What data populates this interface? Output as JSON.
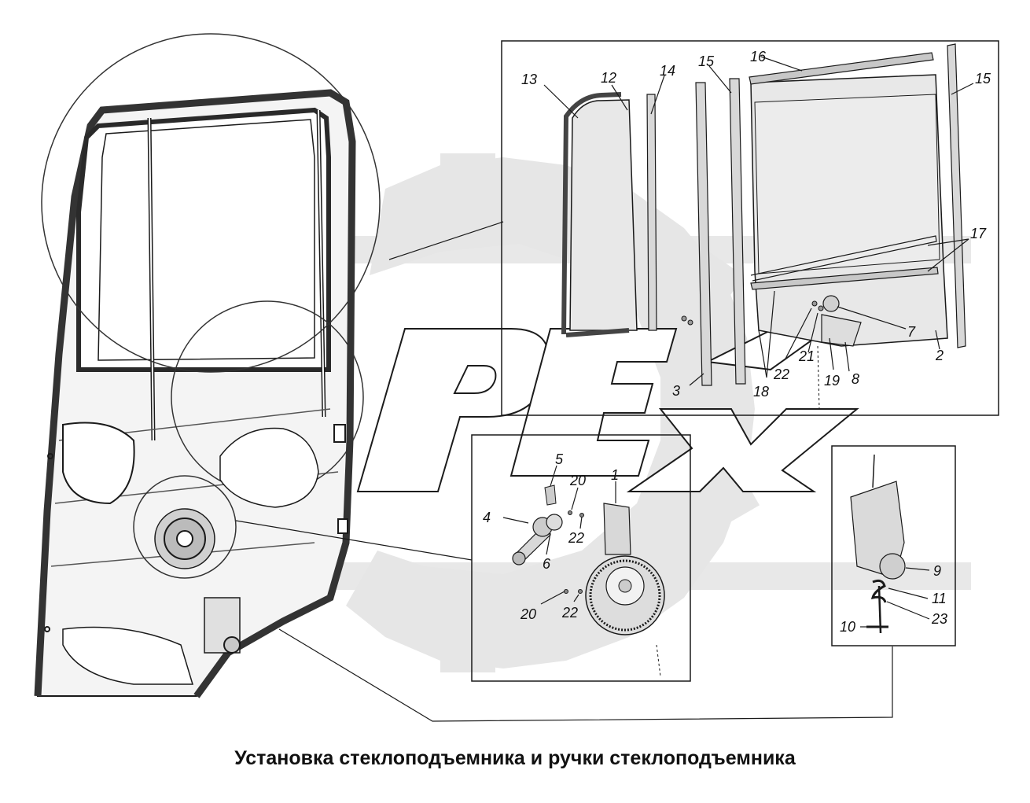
{
  "caption": "Установка стеклоподъемника и ручки стеклоподъемника",
  "watermark": "PEX",
  "colors": {
    "line": "#1a1a1a",
    "part_fill": "#dcdcdc",
    "glass_fill": "#e8e8e8",
    "watermark_fill": "#e6e6e6",
    "watermark_outline": "#1c1c1c",
    "background": "#ffffff"
  },
  "callouts": [
    {
      "id": "c13",
      "text": "13"
    },
    {
      "id": "c12",
      "text": "12"
    },
    {
      "id": "c14",
      "text": "14"
    },
    {
      "id": "c15a",
      "text": "15"
    },
    {
      "id": "c16",
      "text": "16"
    },
    {
      "id": "c15b",
      "text": "15"
    },
    {
      "id": "c17",
      "text": "17"
    },
    {
      "id": "c7",
      "text": "7"
    },
    {
      "id": "c2",
      "text": "2"
    },
    {
      "id": "c21",
      "text": "21"
    },
    {
      "id": "c22a",
      "text": "22"
    },
    {
      "id": "c18",
      "text": "18"
    },
    {
      "id": "c19",
      "text": "19"
    },
    {
      "id": "c8",
      "text": "8"
    },
    {
      "id": "c3",
      "text": "3"
    },
    {
      "id": "c5",
      "text": "5"
    },
    {
      "id": "c20a",
      "text": "20"
    },
    {
      "id": "c1",
      "text": "1"
    },
    {
      "id": "c4",
      "text": "4"
    },
    {
      "id": "c22b",
      "text": "22"
    },
    {
      "id": "c6",
      "text": "6"
    },
    {
      "id": "c20b",
      "text": "20"
    },
    {
      "id": "c22c",
      "text": "22"
    },
    {
      "id": "c9",
      "text": "9"
    },
    {
      "id": "c11",
      "text": "11"
    },
    {
      "id": "c23",
      "text": "23"
    },
    {
      "id": "c10",
      "text": "10"
    }
  ]
}
